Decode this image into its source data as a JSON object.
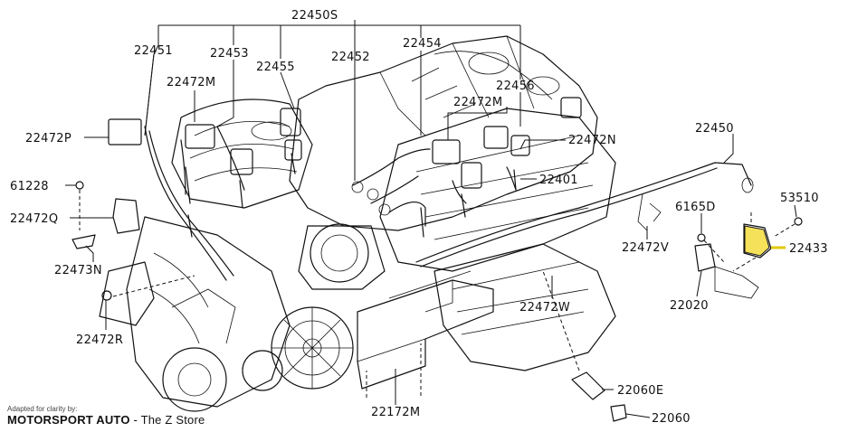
{
  "parts": {
    "p22450S": "22450S",
    "p22451": "22451",
    "p22453": "22453",
    "p22455": "22455",
    "p22452": "22452",
    "p22454": "22454",
    "p22456": "22456",
    "p22472M_a": "22472M",
    "p22472M_b": "22472M",
    "p22472P": "22472P",
    "p22472N": "22472N",
    "p22450": "22450",
    "p61228": "61228",
    "p22472Q": "22472Q",
    "p22401": "22401",
    "p6165D": "6165D",
    "p53510": "53510",
    "p22433": "22433",
    "p22473N": "22473N",
    "p22472V": "22472V",
    "p22020": "22020",
    "p22472W": "22472W",
    "p22472R": "22472R",
    "p22060E": "22060E",
    "p22172M": "22172M",
    "p22060": "22060"
  },
  "credit": {
    "adapted": "Adapted for clarity by:",
    "brand": "MOTORSPORT AUTO",
    "sub": " - The Z Store"
  },
  "highlight": {
    "part": "22433",
    "color": "#e3c900"
  }
}
